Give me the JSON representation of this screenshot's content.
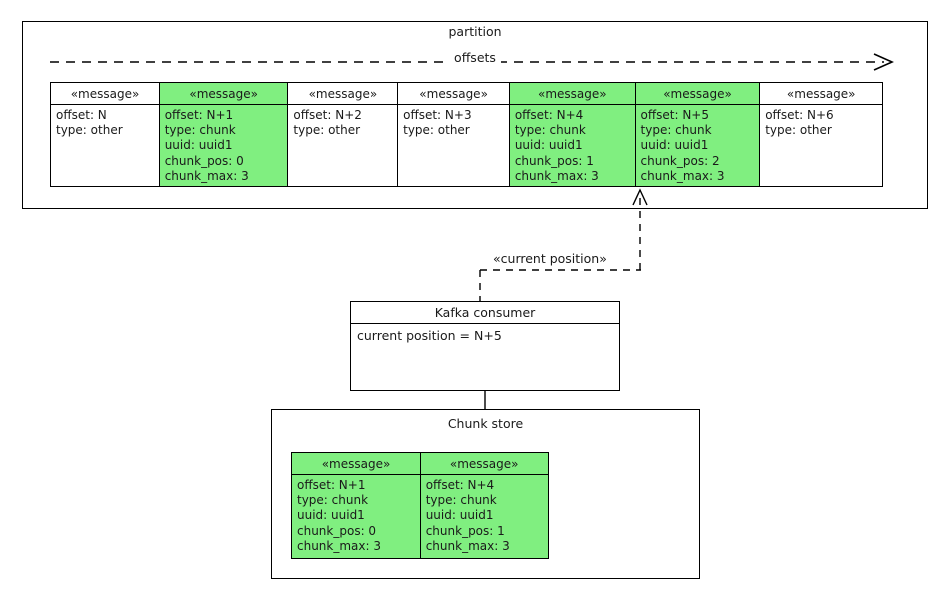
{
  "diagram": {
    "partition": {
      "title": "partition",
      "axis_label": "offsets",
      "axis_icon": "arrow-right-dashed-icon",
      "messages": [
        {
          "stereotype": "«message»",
          "highlighted": false,
          "lines": [
            "offset: N",
            "type: other"
          ]
        },
        {
          "stereotype": "«message»",
          "highlighted": true,
          "lines": [
            "offset: N+1",
            "type: chunk",
            "uuid: uuid1",
            "chunk_pos: 0",
            "chunk_max: 3"
          ]
        },
        {
          "stereotype": "«message»",
          "highlighted": false,
          "lines": [
            "offset: N+2",
            "type: other"
          ]
        },
        {
          "stereotype": "«message»",
          "highlighted": false,
          "lines": [
            "offset: N+3",
            "type: other"
          ]
        },
        {
          "stereotype": "«message»",
          "highlighted": true,
          "lines": [
            "offset: N+4",
            "type: chunk",
            "uuid: uuid1",
            "chunk_pos: 1",
            "chunk_max: 3"
          ]
        },
        {
          "stereotype": "«message»",
          "highlighted": true,
          "lines": [
            "offset: N+5",
            "type: chunk",
            "uuid: uuid1",
            "chunk_pos: 2",
            "chunk_max: 3"
          ]
        },
        {
          "stereotype": "«message»",
          "highlighted": false,
          "lines": [
            "offset: N+6",
            "type: other"
          ]
        }
      ]
    },
    "connector": {
      "label": "«current position»",
      "style": "dashed",
      "arrow_icon": "arrow-up-open-icon"
    },
    "consumer": {
      "title": "Kafka consumer",
      "attribute": "current position = N+5"
    },
    "chunk_store": {
      "title": "Chunk store",
      "messages": [
        {
          "stereotype": "«message»",
          "highlighted": true,
          "lines": [
            "offset: N+1",
            "type: chunk",
            "uuid: uuid1",
            "chunk_pos: 0",
            "chunk_max: 3"
          ]
        },
        {
          "stereotype": "«message»",
          "highlighted": true,
          "lines": [
            "offset: N+4",
            "type: chunk",
            "uuid: uuid1",
            "chunk_pos: 1",
            "chunk_max: 3"
          ]
        }
      ]
    },
    "colors": {
      "highlight": "#80ef80",
      "line": "#000000",
      "background": "#ffffff"
    }
  }
}
